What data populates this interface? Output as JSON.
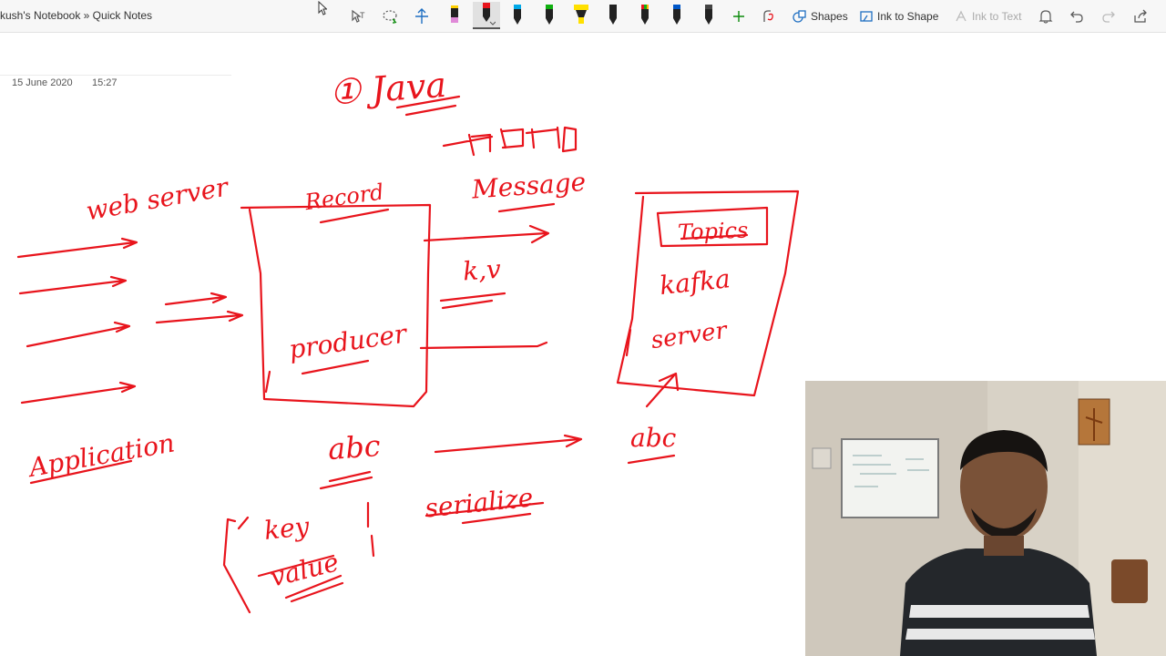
{
  "toolbar": {
    "breadcrumb": "kush's Notebook » Quick Notes",
    "shapes_label": "Shapes",
    "ink_to_shape_label": "Ink to Shape",
    "ink_to_text_label": "Ink to Text"
  },
  "page": {
    "date": "15 June 2020",
    "time": "15:27"
  },
  "ink_text": {
    "java": "① Java",
    "message": "Message",
    "record": "Record",
    "web_server": "web server",
    "producer": "producer",
    "kv": "k,v",
    "topics": "Topics",
    "kafka": "kafka",
    "server": "server",
    "application": "Application",
    "abc_left": "abc",
    "abc_right": "abc",
    "serializer": "serialize",
    "key": "key",
    "value": "value"
  },
  "colors": {
    "ink": "#e8141c",
    "toolbar_bg": "#f7f7f7",
    "toolbar_icon": "#5a5a5a",
    "pen_red": "#e8141c",
    "pen_cyan": "#00a8e8",
    "pen_green": "#10b010",
    "pen_yellow": "#ffe000",
    "pen_black": "#222222",
    "add_pen_green": "#0a8a0a",
    "shapes_blue": "#1f6fc2"
  },
  "icons": [
    "cursor-icon",
    "lasso-select-icon",
    "add-space-icon",
    "highlighter-icon",
    "pen-icon",
    "add-pen-icon",
    "ink-replay-icon",
    "shapes-icon",
    "ink-to-shape-icon",
    "ink-to-text-icon",
    "bell-icon",
    "undo-icon",
    "redo-icon",
    "share-icon"
  ]
}
